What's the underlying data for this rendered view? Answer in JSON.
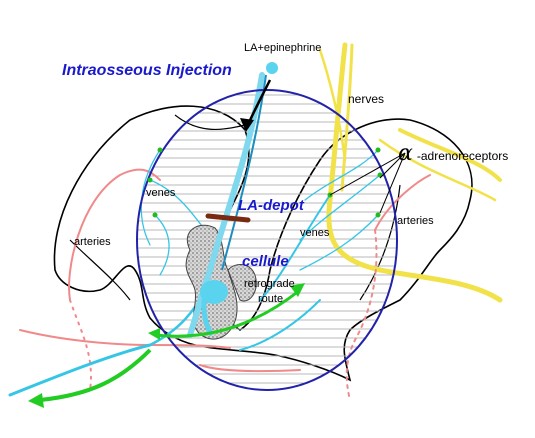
{
  "labels": {
    "la_epinephrine": "LA+epinephrine",
    "intraosseous_injection": "Intraosseous Injection",
    "nerves": "nerves",
    "alpha_symbol": "α",
    "alpha_suffix": "-adrenoreceptors",
    "venes_left": "venes",
    "la_depot": "LA-depot",
    "arteries_right": "arteries",
    "venes_right": "venes",
    "arteries_left": "arteries",
    "cellule": "cellule",
    "retrograde_line1": "retrograde",
    "retrograde_line2": "route"
  },
  "colors": {
    "title_blue": "#1a1acc",
    "circle_blue": "#2222aa",
    "nerve_yellow": "#f2e24a",
    "vein_cyan": "#35c6e6",
    "artery_pink": "#f08a8a",
    "receptor_green": "#22bb22",
    "arrow_green": "#22cc22",
    "depot_brown": "#7a2a10",
    "bone_gray": "#8a8a8a"
  }
}
